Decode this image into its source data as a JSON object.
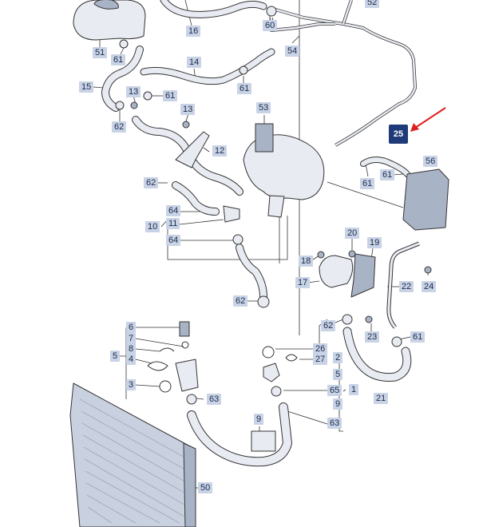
{
  "callouts": {
    "c52": "52",
    "c16": "16",
    "c60": "60",
    "c51": "51",
    "c61a": "61",
    "c54": "54",
    "c14": "14",
    "c15": "15",
    "c13a": "13",
    "c61b": "61",
    "c61c": "61",
    "c13b": "13",
    "c62a": "62",
    "c53": "53",
    "c12": "12",
    "c25": "25",
    "c61d": "61",
    "c61e": "61",
    "c56": "56",
    "c62b": "62",
    "c64a": "64",
    "c11": "11",
    "c10": "10",
    "c64b": "64",
    "c20": "20",
    "c19": "19",
    "c18": "18",
    "c17": "17",
    "c22": "22",
    "c24": "24",
    "c62c": "62",
    "c62d": "62",
    "c23": "23",
    "c61f": "61",
    "c6": "6",
    "c7": "7",
    "c8": "8",
    "c5a": "5",
    "c4": "4",
    "c26": "26",
    "c27": "27",
    "c2": "2",
    "c5b": "5",
    "c3": "3",
    "c65": "65",
    "c1": "1",
    "c21": "21",
    "c63a": "63",
    "c9a": "9",
    "c9b": "9",
    "c63b": "63",
    "c50": "50"
  },
  "colors": {
    "line": "#333333",
    "part": "#e8ebf2",
    "shade": "#a9b3c6",
    "arrow": "#e02020",
    "highlight": "#1e3a78"
  }
}
